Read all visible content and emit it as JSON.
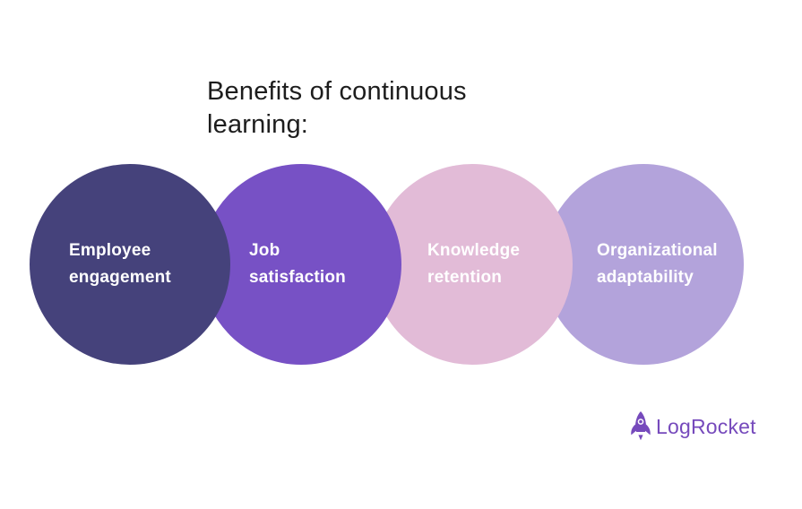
{
  "title": {
    "text": "Benefits of continuous\nlearning:"
  },
  "diagram": {
    "description": "Four overlapping circles, left circle stacked on top, z-order decreasing left to right",
    "label_text_color": "#FFFFFF",
    "circles": [
      {
        "label": "Employee\nengagement",
        "color": "#45427B"
      },
      {
        "label": "Job\nsatisfaction",
        "color": "#7751C5"
      },
      {
        "label": "Knowledge\nretention",
        "color": "#E2BBD7"
      },
      {
        "label": "Organizational\nadaptability",
        "color": "#B3A3DB"
      }
    ]
  },
  "logo": {
    "text": "LogRocket",
    "color": "#764ABC",
    "icon": "rocket-icon"
  }
}
